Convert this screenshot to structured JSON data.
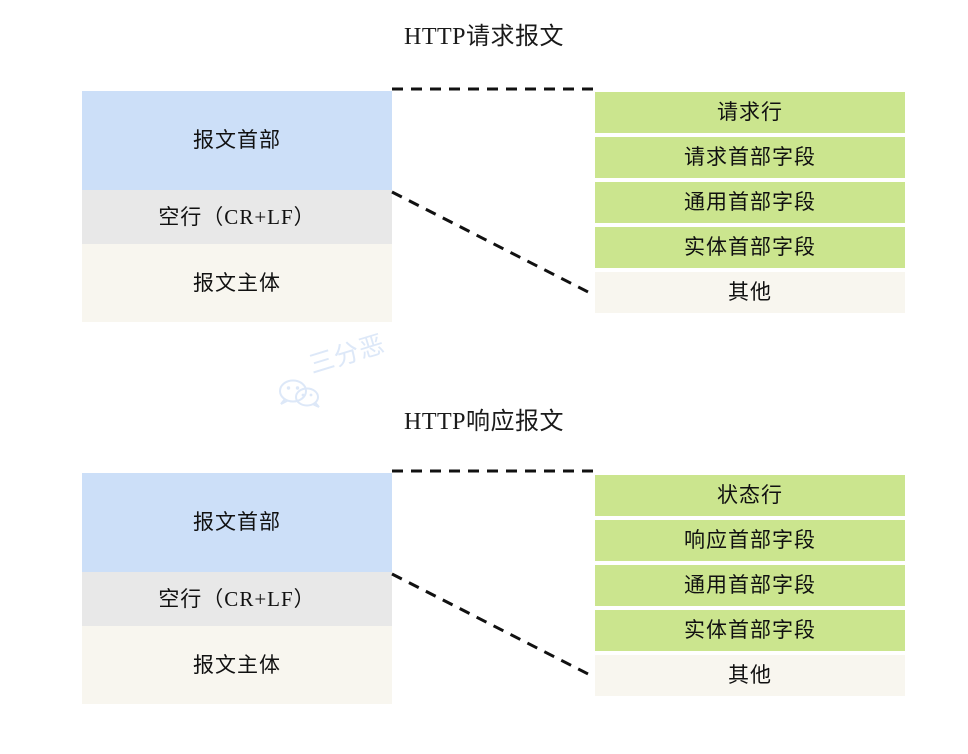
{
  "page": {
    "background": "#ffffff",
    "palette": {
      "header_blue": "#ccdff8",
      "blank_gray": "#e8e8e8",
      "body_cream": "#f8f6ef",
      "field_green": "#cbe58e",
      "text": "#111111",
      "connector": "#111111",
      "watermark": "#dde8f8"
    }
  },
  "sections": [
    {
      "id": "request",
      "title": "HTTP请求报文",
      "left_column": [
        {
          "label": "报文首部",
          "fill": "#ccdff8"
        },
        {
          "label": "空行（CR+LF）",
          "fill": "#e8e8e8"
        },
        {
          "label": "报文主体",
          "fill": "#f8f6ef"
        }
      ],
      "right_column": [
        {
          "label": "请求行",
          "fill": "#cbe58e"
        },
        {
          "label": "请求首部字段",
          "fill": "#cbe58e"
        },
        {
          "label": "通用首部字段",
          "fill": "#cbe58e"
        },
        {
          "label": "实体首部字段",
          "fill": "#cbe58e"
        },
        {
          "label": "其他",
          "fill": "#f8f6ef"
        }
      ]
    },
    {
      "id": "response",
      "title": "HTTP响应报文",
      "left_column": [
        {
          "label": "报文首部",
          "fill": "#ccdff8"
        },
        {
          "label": "空行（CR+LF）",
          "fill": "#e8e8e8"
        },
        {
          "label": "报文主体",
          "fill": "#f8f6ef"
        }
      ],
      "right_column": [
        {
          "label": "状态行",
          "fill": "#cbe58e"
        },
        {
          "label": "响应首部字段",
          "fill": "#cbe58e"
        },
        {
          "label": "通用首部字段",
          "fill": "#cbe58e"
        },
        {
          "label": "实体首部字段",
          "fill": "#cbe58e"
        },
        {
          "label": "其他",
          "fill": "#f8f6ef"
        }
      ]
    }
  ],
  "watermark": {
    "text": "三分恶",
    "icon": "wechat-icon"
  }
}
